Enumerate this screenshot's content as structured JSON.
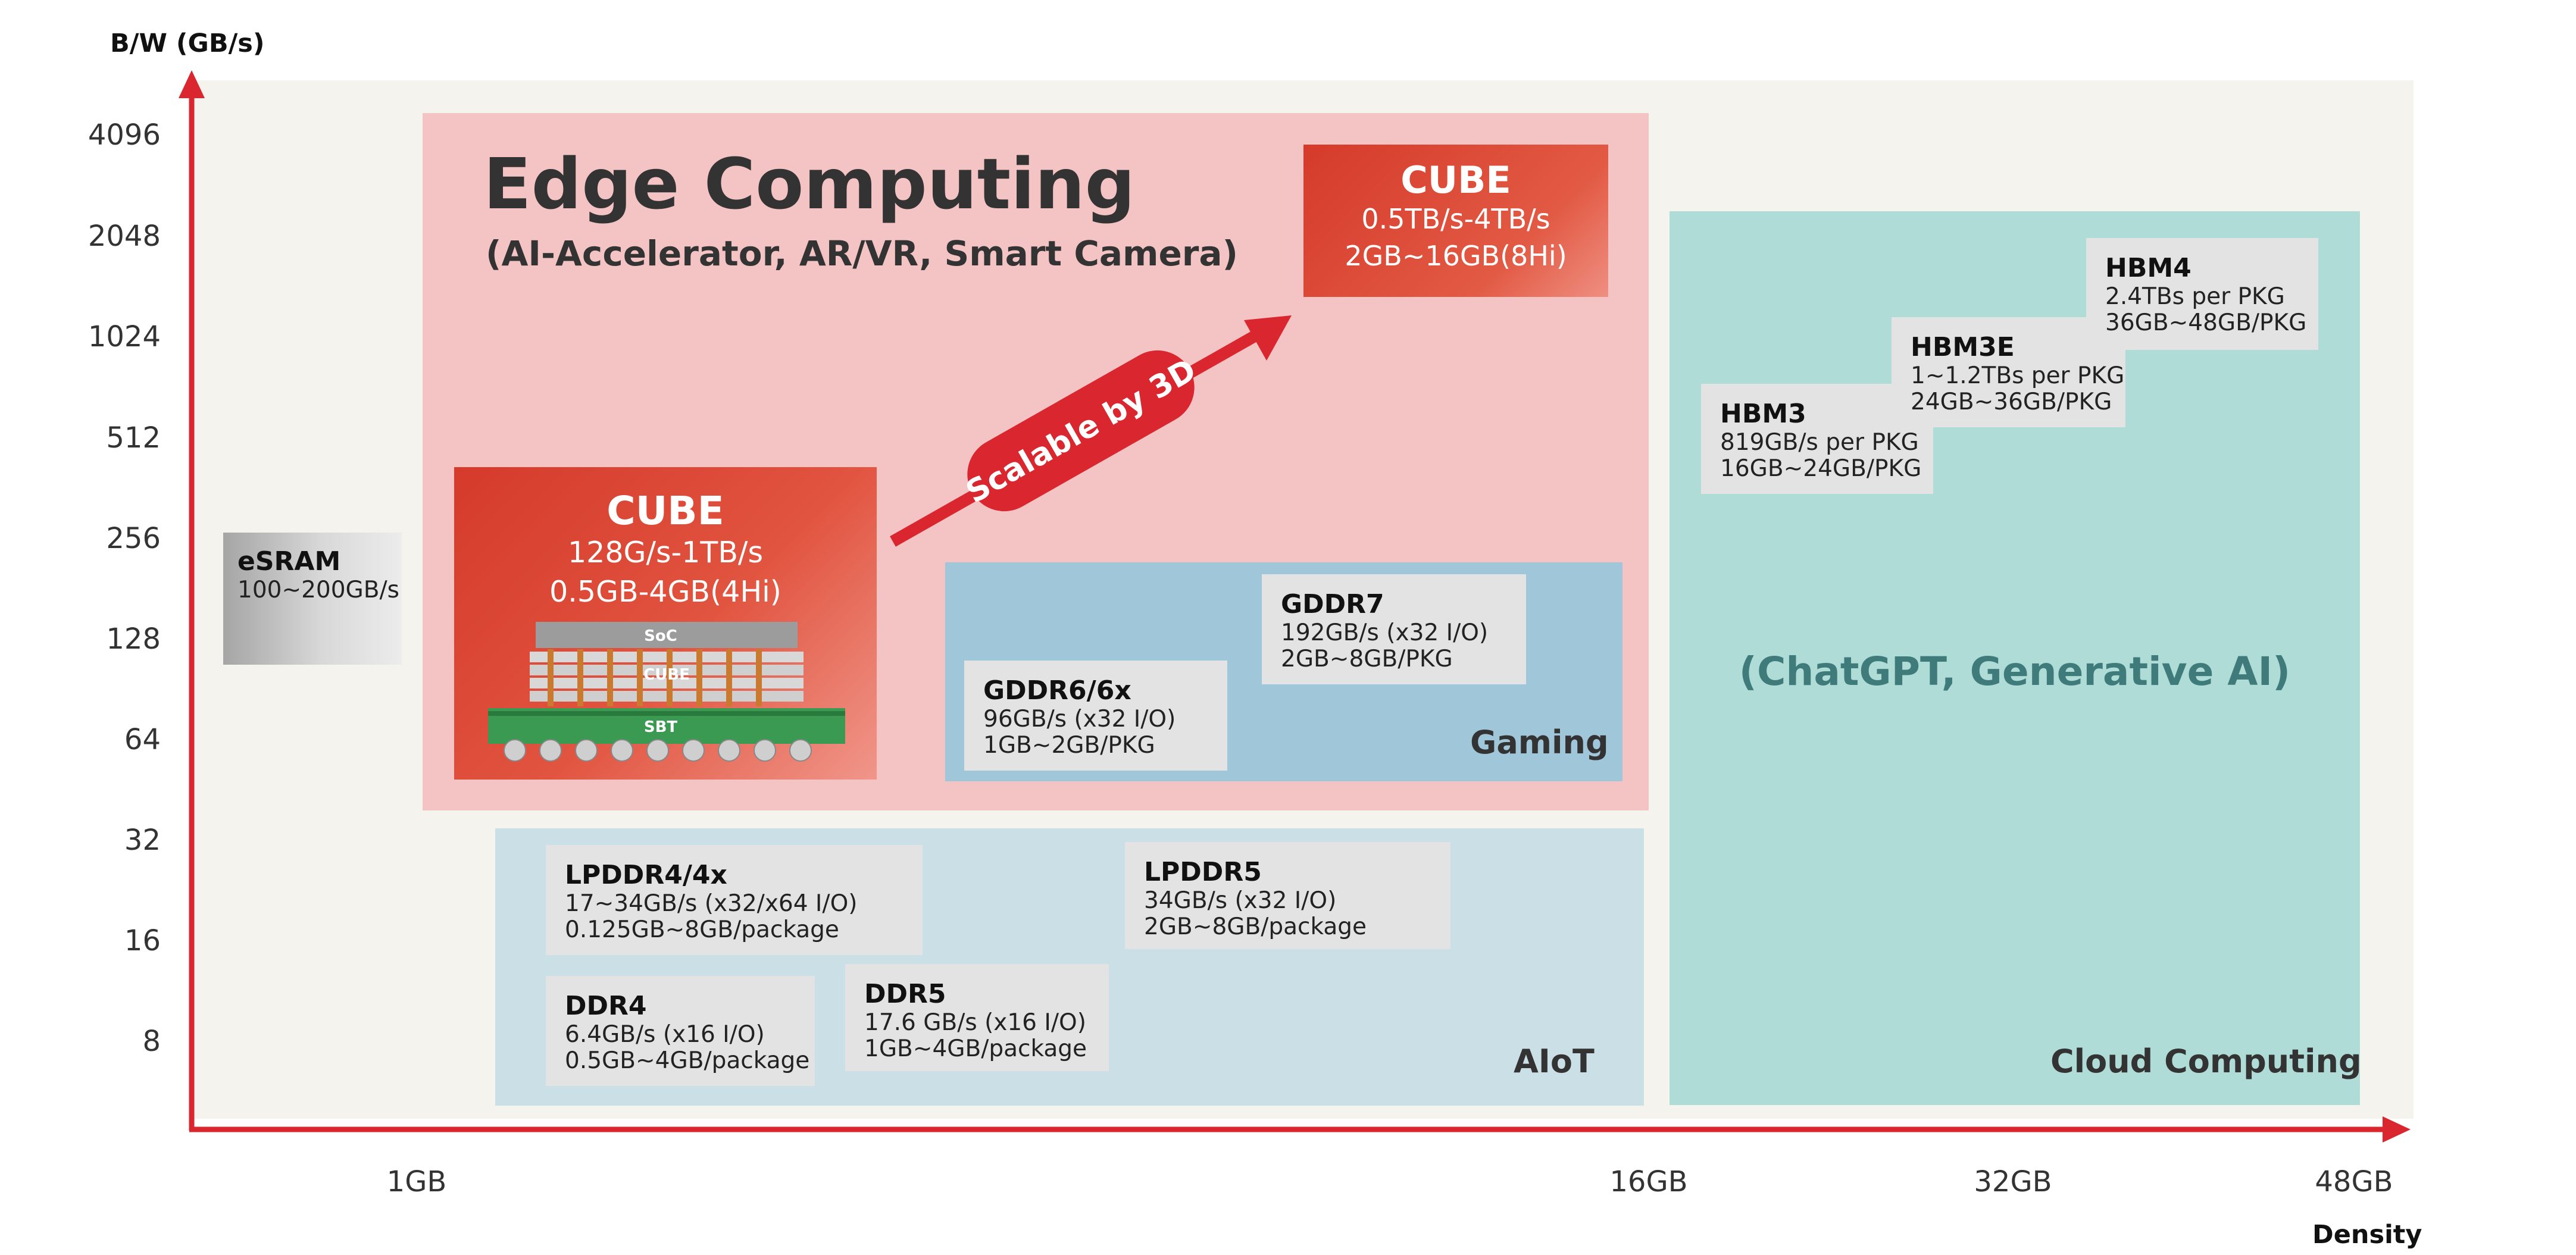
{
  "chart_data": {
    "type": "bubble-region",
    "ylabel": "B/W (GB/s)",
    "xlabel": "Density",
    "y_ticks": [
      "4096",
      "2048",
      "1024",
      "512",
      "256",
      "128",
      "64",
      "32",
      "16",
      "8"
    ],
    "x_ticks": [
      "1GB",
      "16GB",
      "32GB",
      "48GB"
    ],
    "regions": [
      {
        "name": "Edge Computing",
        "subtitle": "(AI-Accelerator, AR/VR, Smart Camera)"
      },
      {
        "name": "Gaming"
      },
      {
        "name": "AIoT"
      },
      {
        "name": "Cloud Computing",
        "subtitle": "(ChatGPT, Generative AI)"
      }
    ],
    "memories": [
      {
        "name": "eSRAM",
        "lines": [
          "100~200GB/s"
        ]
      },
      {
        "name": "CUBE",
        "lines": [
          "128G/s-1TB/s",
          "0.5GB-4GB(4Hi)"
        ]
      },
      {
        "name": "CUBE",
        "lines": [
          "0.5TB/s-4TB/s",
          "2GB~16GB(8Hi)"
        ]
      },
      {
        "name": "GDDR7",
        "lines": [
          "192GB/s (x32 I/O)",
          "2GB~8GB/PKG"
        ]
      },
      {
        "name": "GDDR6/6x",
        "lines": [
          "96GB/s (x32 I/O)",
          "1GB~2GB/PKG"
        ]
      },
      {
        "name": "LPDDR4/4x",
        "lines": [
          "17~34GB/s (x32/x64 I/O)",
          "0.125GB~8GB/package"
        ]
      },
      {
        "name": "LPDDR5",
        "lines": [
          "34GB/s (x32 I/O)",
          "2GB~8GB/package"
        ]
      },
      {
        "name": "DDR4",
        "lines": [
          "6.4GB/s (x16 I/O)",
          "0.5GB~4GB/package"
        ]
      },
      {
        "name": "DDR5",
        "lines": [
          "17.6 GB/s (x16 I/O)",
          "1GB~4GB/package"
        ]
      },
      {
        "name": "HBM3",
        "lines": [
          "819GB/s per PKG",
          "16GB~24GB/PKG"
        ]
      },
      {
        "name": "HBM3E",
        "lines": [
          "1~1.2TBs per PKG",
          "24GB~36GB/PKG"
        ]
      },
      {
        "name": "HBM4",
        "lines": [
          "2.4TBs per PKG",
          "36GB~48GB/PKG"
        ]
      }
    ],
    "annotation": "Scalable by 3D",
    "stack_layers": [
      "SoC",
      "CUBE",
      "SBT"
    ]
  },
  "colors": {
    "axis": "#d9262f",
    "edge": "#f4c3c4",
    "gaming": "#a0c6da",
    "aiot": "#cbe0e6",
    "cloud": "#b0dcd7",
    "cube": "#dd4634",
    "arrow": "#d9262f",
    "cloud_text": "#3f7b7a"
  }
}
